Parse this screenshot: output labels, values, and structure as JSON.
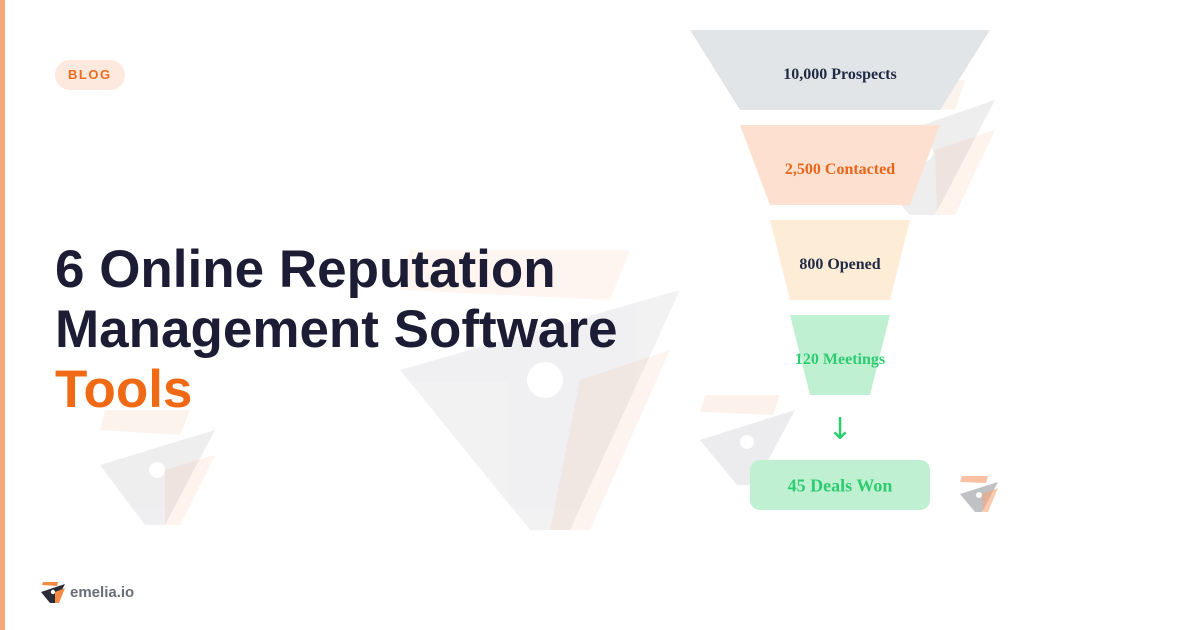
{
  "badge": {
    "label": "BLOG"
  },
  "title": {
    "line1": "6 Online Reputation",
    "line2": "Management Software",
    "line3": "Tools"
  },
  "funnel": {
    "stages": [
      {
        "label": "10,000 Prospects",
        "value": 10000,
        "color": "#e2e5e8",
        "text_color": "#1f2a44"
      },
      {
        "label": "2,500 Contacted",
        "value": 2500,
        "color": "#fde0cf",
        "text_color": "#e8661c"
      },
      {
        "label": "800 Opened",
        "value": 800,
        "color": "#fdecd6",
        "text_color": "#1f2a44"
      },
      {
        "label": "120 Meetings",
        "value": 120,
        "color": "#c0f0d2",
        "text_color": "#2ecc71"
      }
    ],
    "arrow": "↓",
    "result": {
      "label": "45 Deals Won",
      "value": 45
    }
  },
  "footer": {
    "brand": "emelia.io"
  },
  "icons": [
    "brand-logo-icon",
    "down-arrow-icon",
    "watermark-plane-icon"
  ],
  "colors": {
    "accent": "#f06a16",
    "title": "#1c1c34",
    "left_bar": "#f7a77a",
    "badge_bg": "#fde9dd",
    "success": "#2ecc71"
  }
}
